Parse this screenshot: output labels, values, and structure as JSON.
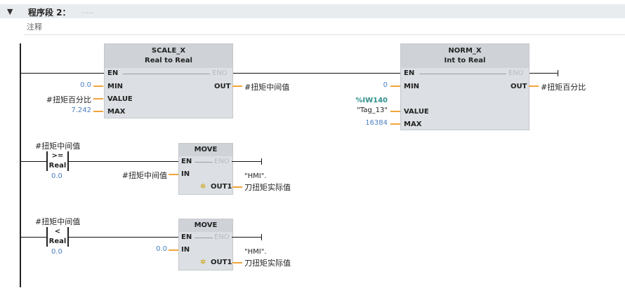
{
  "network": {
    "collapse_glyph": "▼",
    "title": "程序段 2：",
    "title_placeholder": ".....",
    "comment": "注释"
  },
  "scale_x": {
    "name": "SCALE_X",
    "types": "Real to Real",
    "en": "EN",
    "eno": "ENO",
    "min_label": "MIN",
    "value_label": "VALUE",
    "max_label": "MAX",
    "out_label": "OUT",
    "min": "0.0",
    "value": "#扭矩百分比",
    "max": "7.242",
    "out": "#扭矩中间值"
  },
  "norm_x": {
    "name": "NORM_X",
    "types": "Int to Real",
    "en": "EN",
    "eno": "ENO",
    "min_label": "MIN",
    "value_label": "VALUE",
    "max_label": "MAX",
    "out_label": "OUT",
    "min": "0",
    "value_address": "%IW140",
    "value_tag": "\"Tag_13\"",
    "max": "16384",
    "out": "#扭矩百分比"
  },
  "rung1": {
    "contact_operand": "#扭矩中间值",
    "compare_op": ">=",
    "compare_type": "Real",
    "compare_value": "0.0",
    "move": {
      "name": "MOVE",
      "en": "EN",
      "eno": "ENO",
      "in_label": "IN",
      "out_label": "OUT1",
      "in": "#扭矩中间值",
      "out_line1": "\"HMI\".",
      "out_line2": "刀扭矩实际值"
    }
  },
  "rung2": {
    "contact_operand": "#扭矩中间值",
    "compare_op": "<",
    "compare_type": "Real",
    "compare_value": "0.0",
    "move": {
      "name": "MOVE",
      "en": "EN",
      "eno": "ENO",
      "in_label": "IN",
      "out_label": "OUT1",
      "in": "0.0",
      "out_line1": "\"HMI\".",
      "out_line2": "刀扭矩实际值"
    }
  },
  "icons": {
    "add_output": "star-plus-icon"
  },
  "colors": {
    "wire": "#111111",
    "pin": "#f2a43a",
    "box": "#dcdfe3",
    "blue_value": "#4a7fc0",
    "teal_tag": "#2f8f8a"
  }
}
